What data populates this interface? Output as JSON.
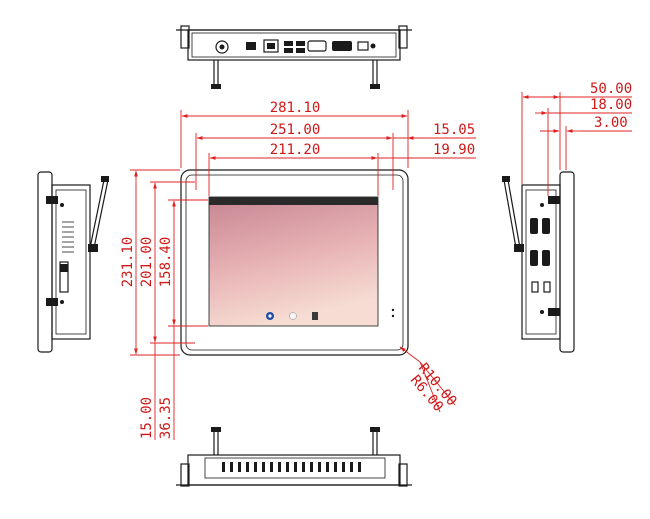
{
  "front": {
    "dimensions": {
      "overall_width": "281.10",
      "cutout_width": "251.00",
      "screen_width": "211.20",
      "side_margin": "15.05",
      "screen_margin": "19.90",
      "overall_height": "231.10",
      "cutout_height": "201.00",
      "screen_height": "158.40",
      "bottom_margin": "15.00",
      "screen_bottom_margin": "36.35",
      "outer_radius": "R10.00",
      "inner_radius": "R6.00"
    }
  },
  "side": {
    "dimensions": {
      "depth": "50.00",
      "bracket_offset": "18.00",
      "bezel_depth": "3.00"
    }
  },
  "colors": {
    "dimension": "#e02020",
    "outline": "#1a1a1a",
    "screen_top": "#c98a94",
    "screen_bottom": "#f4d6cf"
  },
  "icons": [
    "wifi-antenna-icon",
    "network-port-icon",
    "usb-port-icon",
    "serial-port-icon",
    "power-button-icon"
  ]
}
